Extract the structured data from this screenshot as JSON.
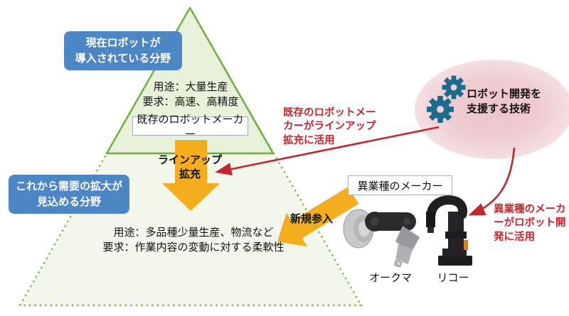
{
  "palette": {
    "zone_box_blue": "#4d86c5",
    "triangle_fill_top": "#e8f1da",
    "triangle_border_top": "#6cab40",
    "triangle_fill_bottom": "#f2f6eb",
    "triangle_border_bottom": "#7cba4e",
    "arrow_yellow": "#f3ad1d",
    "annotation_red": "#c1272d",
    "gear_teal": "#1d6b8c",
    "bubble_pink": "#ecc4cb"
  },
  "pyramid": {
    "top_zone_label": "現在ロボットが\n導入されている分野",
    "bottom_zone_label": "これから需要の拡大が\n見込める分野",
    "top_zone": {
      "usage": "用途：大量生産",
      "requirement": "要求：高速、高精度",
      "maker_box": "既存のロボットメーカー"
    },
    "bottom_zone": {
      "usage": "用途：多品種少量生産、物流など",
      "requirement": "要求：作業内容の変動に対する柔軟性"
    }
  },
  "arrows": {
    "lineup_label": "ラインアップ\n拡充",
    "new_entry_label": "新規参入"
  },
  "tech_bubble": {
    "label": "ロボット開発を\n支援する技術"
  },
  "annotations": {
    "existing_makers": "既存のロボットメー\nカーがラインアップ\n拡充に活用",
    "other_industry": "異業種のメーカ\nーがロボット開\n発に活用"
  },
  "other_industry_box_label": "異業種のメーカー",
  "robots": [
    {
      "name": "オークマ"
    },
    {
      "name": "リコー"
    }
  ]
}
